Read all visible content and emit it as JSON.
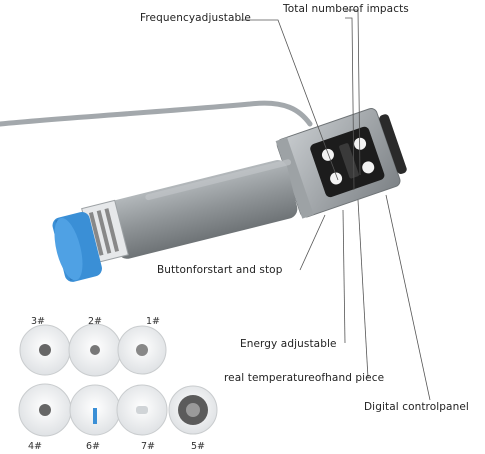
{
  "labels": {
    "frequency": "Frequencyadjustable",
    "total_impacts": "Total numberof impacts",
    "button_start_stop": "Buttonforstart and stop",
    "energy": "Energy adjustable",
    "temperature": "real temperatureofhand piece",
    "digital_panel": "Digital controlpanel"
  },
  "tips": {
    "t3": "3#",
    "t2": "2#",
    "t1": "1#",
    "t4": "4#",
    "t6": "6#",
    "t7": "7#",
    "t5": "5#"
  },
  "colors": {
    "handle_gray": "#8e9396",
    "head_blue": "#3a8fd6",
    "panel_black": "#1c1c1c",
    "cable_gray": "#9fa4a8"
  },
  "icons": {
    "device": "shockwave-handpiece",
    "buttons": "control-buttons"
  }
}
